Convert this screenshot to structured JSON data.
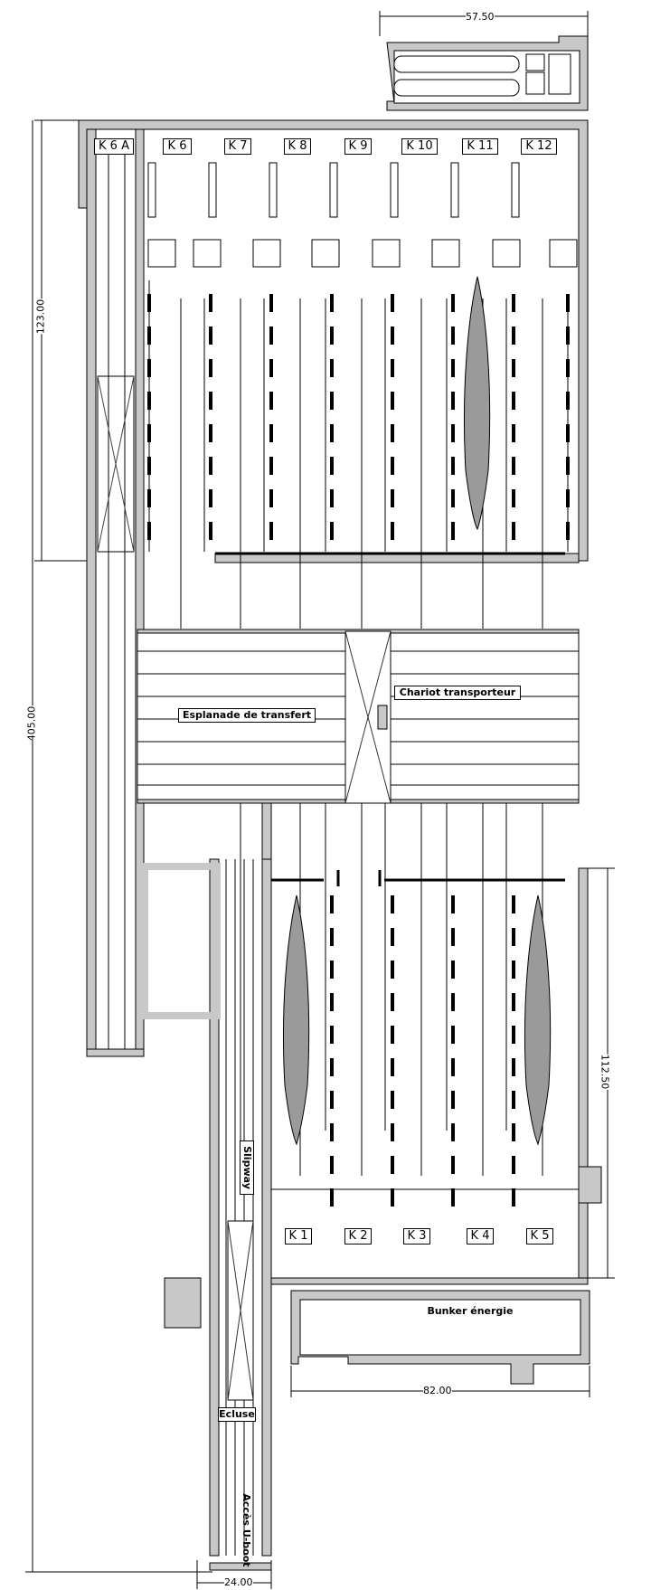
{
  "bays_top": [
    "K 6 A",
    "K 6",
    "K 7",
    "K 8",
    "K 9",
    "K 10",
    "K 11",
    "K 12"
  ],
  "bays_bottom": [
    "K 1",
    "K 2",
    "K 3",
    "K 4",
    "K 5"
  ],
  "labels": {
    "esplanade": "Esplanade de transfert",
    "chariot": "Chariot transporteur",
    "slipway": "Slipway",
    "bunker": "Bunker énergie",
    "ecluse": "Ecluse",
    "acces": "Accès U-boot"
  },
  "dimensions": {
    "top_width": "57.50",
    "left_upper": "123.00",
    "left_total": "405.00",
    "right_lower": "112.50",
    "bunker_width": "82.00",
    "bottom_width": "24.00"
  },
  "colors": {
    "wall": "#c8c8c8",
    "outline": "#000000",
    "submarine": "#9a9a9a"
  }
}
